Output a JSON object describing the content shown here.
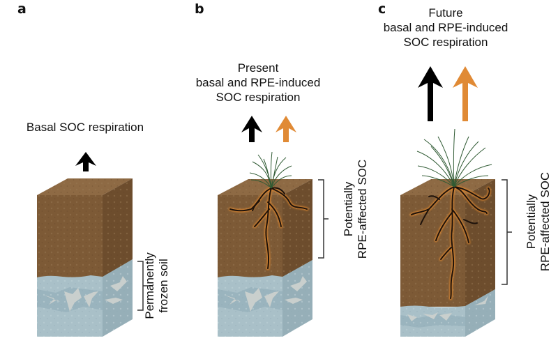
{
  "colors": {
    "soil_front": "#7d5a36",
    "soil_top": "#8e6a44",
    "soil_side": "#6d4d2d",
    "ice_front": "#a9c0c8",
    "ice_side": "#96afb8",
    "ice_band": "#9ab4be",
    "ice_crack": "#c9cfcd",
    "arrow_basal": "#000000",
    "arrow_rpe": "#e08a35",
    "root": "#1d120b",
    "root_glow": "#e58a2e",
    "grass": "#2f5a33",
    "bracket": "#333333"
  },
  "panels": [
    {
      "letter": "a",
      "caption_lines": [
        "Basal SOC respiration"
      ],
      "arrows": [
        "basal"
      ],
      "bracket_label_lines": [
        "Permanently",
        "frozen soil"
      ],
      "has_plant": false
    },
    {
      "letter": "b",
      "caption_lines": [
        "Present",
        "basal and RPE-induced",
        "SOC respiration"
      ],
      "arrows": [
        "basal",
        "rpe"
      ],
      "bracket_label_lines": [
        "Potentially",
        "RPE-affected SOC"
      ],
      "has_plant": true
    },
    {
      "letter": "c",
      "caption_lines": [
        "Future",
        "basal and RPE-induced",
        "SOC respiration"
      ],
      "arrows": [
        "basal",
        "rpe"
      ],
      "bracket_label_lines": [
        "Potentially",
        "RPE-affected SOC"
      ],
      "has_plant": true
    }
  ]
}
